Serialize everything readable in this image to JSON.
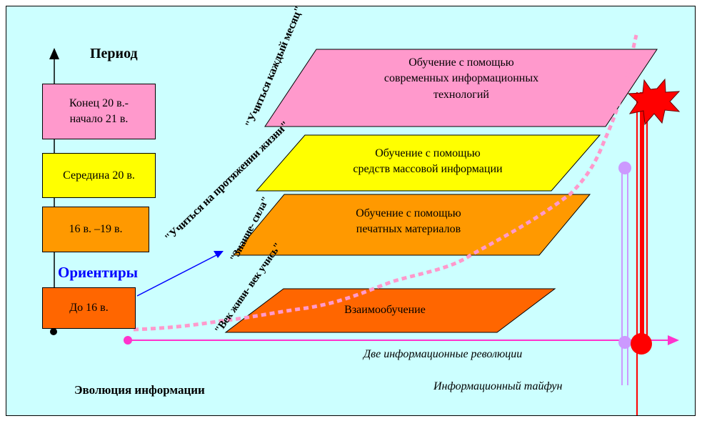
{
  "period_title": "Период",
  "periods": [
    {
      "label": "Конец 20 в.-\nначало 21 в.",
      "color": "#ff99cc"
    },
    {
      "label": "Середина 20 в.",
      "color": "#ffff00"
    },
    {
      "label": "16 в. –19 в.",
      "color": "#ff9900"
    },
    {
      "label": "До 16 в.",
      "color": "#ff6600"
    }
  ],
  "orienters_label": "Ориентиры",
  "orienters_color": "#0000ff",
  "planes": [
    {
      "text": "Обучение с помощью\nсовременных информационных\nтехнологий",
      "color": "#ff99cc"
    },
    {
      "text": "Обучение с помощью\nсредств массовой информации",
      "color": "#ffff00"
    },
    {
      "text": "Обучение с помощью\nпечатных  материалов",
      "color": "#ff9900"
    },
    {
      "text": "Взаимообучение",
      "color": "#ff6600"
    }
  ],
  "slogans": [
    "\"Учиться каждый месяц\"",
    "\"Учиться на протяжении жизни\"",
    "\"Знание- сила\"",
    "\"Век живи- век учись\""
  ],
  "bottom_left_label": "Эволюция информации",
  "revolutions_label": "Две информационные революции",
  "typhoon_label": "Информационный тайфун",
  "colors": {
    "background": "#ccffff",
    "timeline": "#ff33cc",
    "dotted_curve": "#ff99cc",
    "red_pole": "#ff0000",
    "lilac_pole": "#cc99ff",
    "arrow_blue": "#0000ff"
  }
}
